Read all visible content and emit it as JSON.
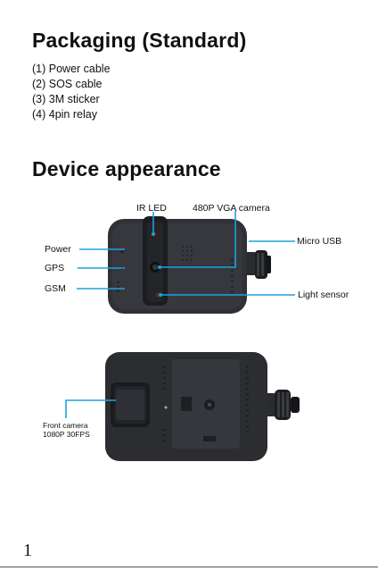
{
  "sections": {
    "packaging": {
      "title": "Packaging (Standard)",
      "items": [
        "(1) Power cable",
        "(2) SOS cable",
        "(3) 3M sticker",
        "(4) 4pin relay"
      ]
    },
    "appearance": {
      "title": "Device appearance",
      "front_labels": {
        "ir_led": "IR LED",
        "camera": "480P VGA camera",
        "micro_usb": "Micro USB",
        "power": "Power",
        "gps": "GPS",
        "gsm": "GSM",
        "light_sensor": "Light sensor"
      },
      "back_labels": {
        "front_camera_line1": "Front camera",
        "front_camera_line2": "1080P 30FPS"
      }
    }
  },
  "page_number": "1",
  "colors": {
    "callout": "#1aa3e0",
    "device_body": "#2b2d31",
    "device_dark": "#1b1c1f"
  }
}
